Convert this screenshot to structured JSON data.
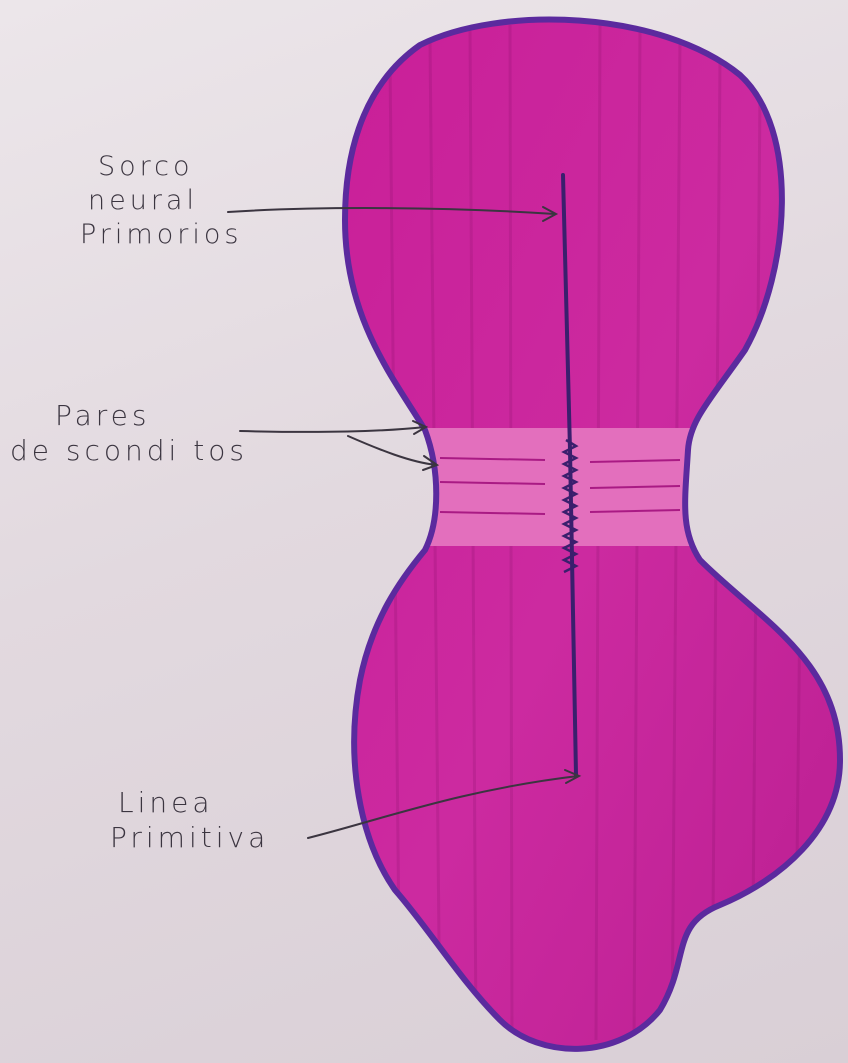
{
  "labels": {
    "surco": [
      "Sorco",
      "neural",
      "Primorios"
    ],
    "pares": [
      "Pares",
      "de scondi tos"
    ],
    "linea": [
      "Linea",
      "Primitiva"
    ]
  },
  "colors": {
    "paper": "#e4dce2",
    "body_fill": "#c8239a",
    "outline": "#5b2a9e",
    "somite_band": "#e36fbd",
    "ink": "#3b3540"
  }
}
